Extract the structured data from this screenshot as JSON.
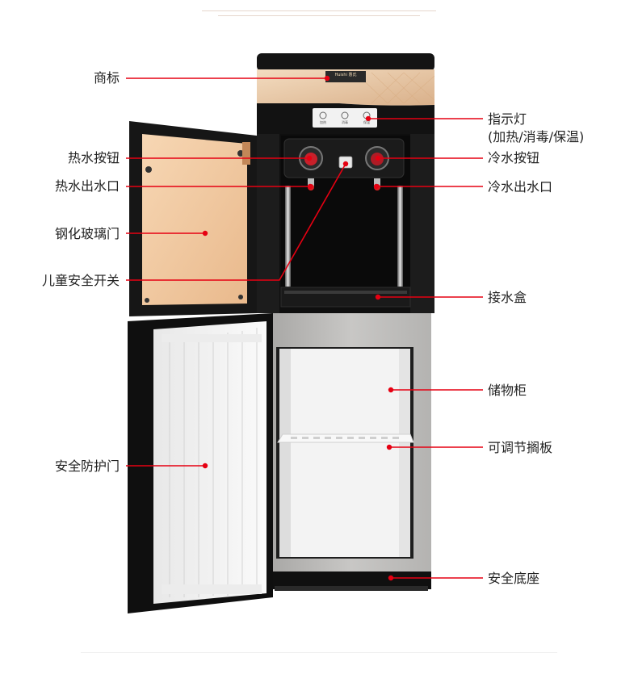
{
  "labels_left": [
    {
      "id": "brand",
      "text": "商标"
    },
    {
      "id": "hot-button",
      "text": "热水按钮"
    },
    {
      "id": "hot-outlet",
      "text": "热水出水口"
    },
    {
      "id": "glass-door",
      "text": "钢化玻璃门"
    },
    {
      "id": "child-lock",
      "text": "儿童安全开关"
    },
    {
      "id": "safety-door",
      "text": "安全防护门"
    }
  ],
  "labels_right": [
    {
      "id": "indicator",
      "text": "指示灯",
      "text2": "(加热/消毒/保温)"
    },
    {
      "id": "cold-button",
      "text": "冷水按钮"
    },
    {
      "id": "cold-outlet",
      "text": "冷水出水口"
    },
    {
      "id": "drip-tray",
      "text": "接水盒"
    },
    {
      "id": "cabinet",
      "text": "储物柜"
    },
    {
      "id": "shelf",
      "text": "可调节搁板"
    },
    {
      "id": "base",
      "text": "安全底座"
    }
  ],
  "product": {
    "logo_text": "Huishi 惠氏",
    "panel_labels": [
      "加热",
      "消毒",
      "保温"
    ]
  },
  "colors": {
    "callout_line": "#e60012",
    "dot": "#e60012",
    "body_dark": "#121212",
    "gold_panel": "#e9c9a6",
    "cabinet_grey": "#bdbcbb"
  }
}
